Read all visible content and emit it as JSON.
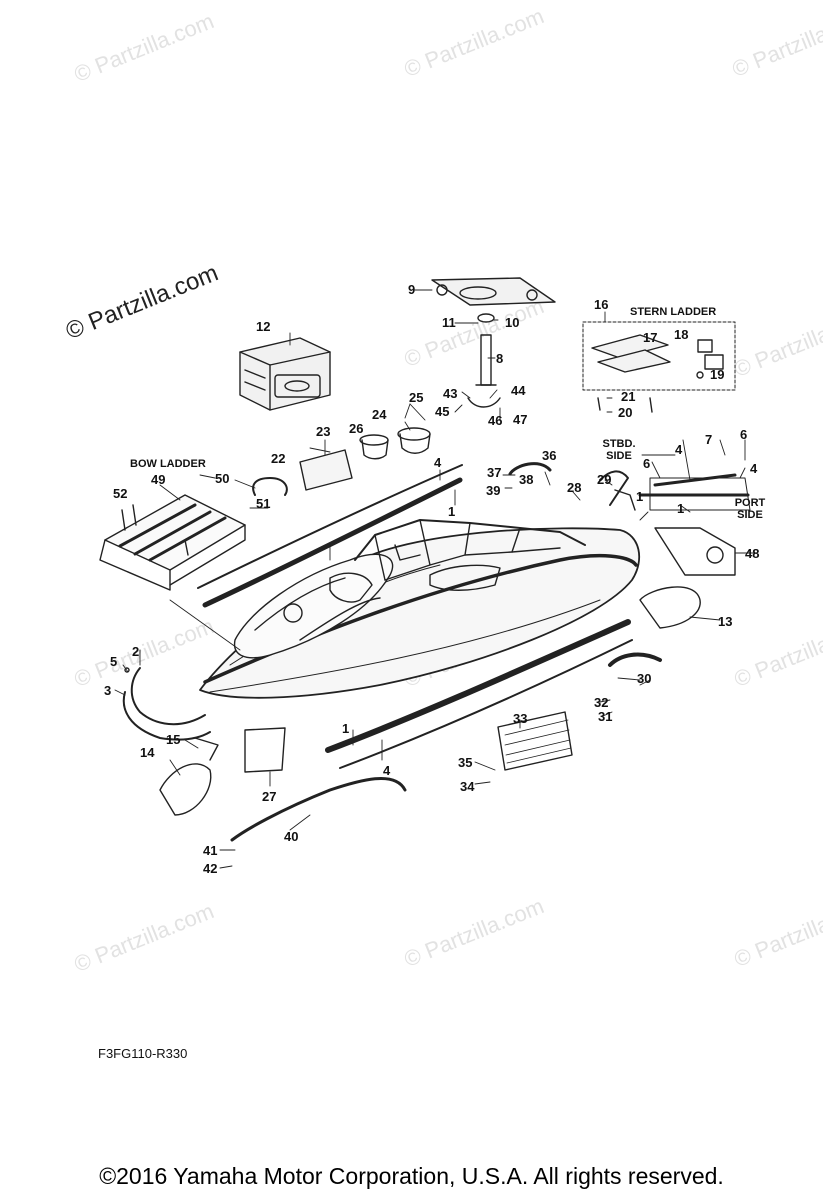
{
  "watermark": "© Partzilla.com",
  "diagram": {
    "code": "F3FG110-R330",
    "section_labels": {
      "bow_ladder": "BOW LADDER",
      "stern_ladder": "STERN LADDER",
      "stbd_side": "STBD. SIDE",
      "port_side": "PORT SIDE"
    },
    "callouts": [
      "1",
      "1",
      "1",
      "1",
      "2",
      "3",
      "4",
      "4",
      "4",
      "4",
      "5",
      "6",
      "6",
      "7",
      "8",
      "9",
      "10",
      "11",
      "12",
      "13",
      "14",
      "15",
      "16",
      "17",
      "18",
      "19",
      "20",
      "21",
      "22",
      "23",
      "24",
      "25",
      "26",
      "27",
      "28",
      "29",
      "30",
      "31",
      "32",
      "33",
      "34",
      "35",
      "36",
      "37",
      "38",
      "39",
      "40",
      "41",
      "42",
      "43",
      "44",
      "45",
      "46",
      "47",
      "48",
      "49",
      "50",
      "51",
      "52"
    ]
  },
  "footer": {
    "copyright": "©2016  Yamaha Motor Corporation, U.S.A. All rights reserved."
  }
}
